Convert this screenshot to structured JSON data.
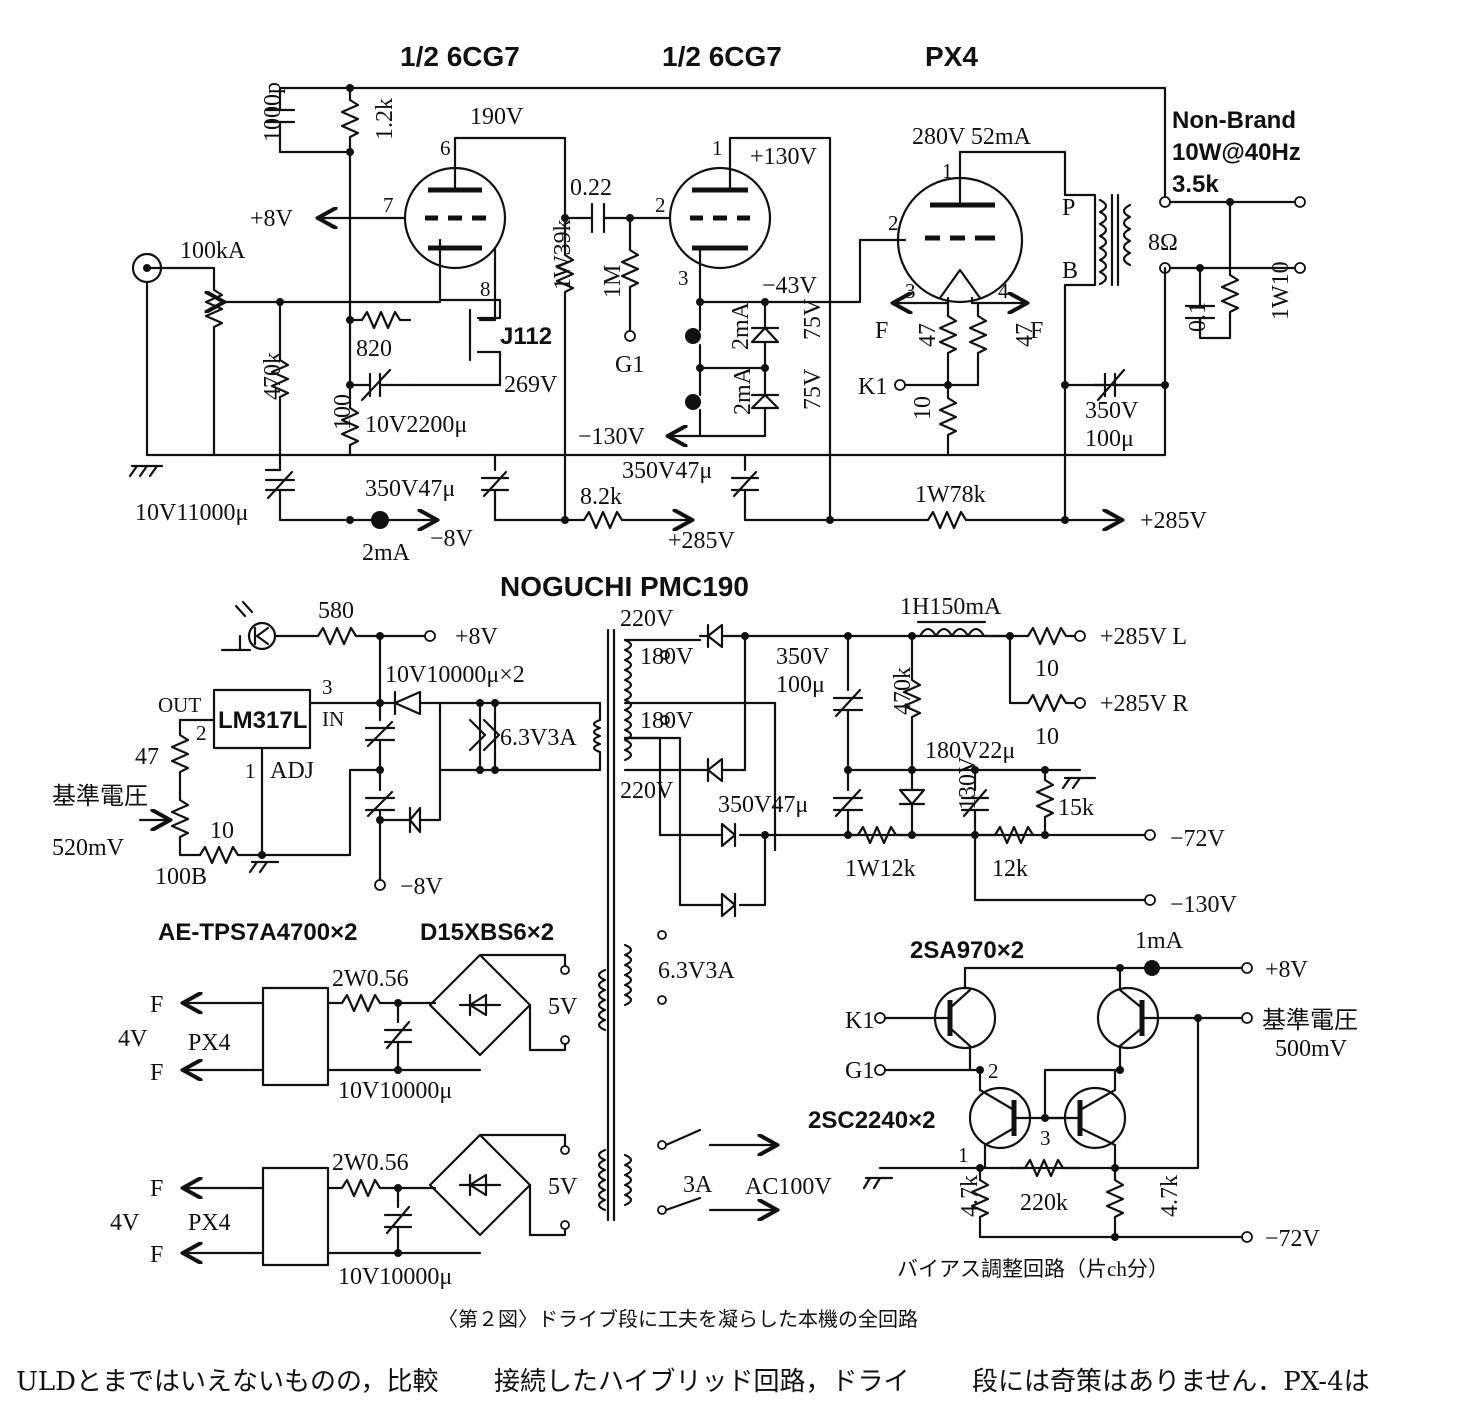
{
  "tubes": {
    "left": "1/2 6CG7",
    "mid": "1/2 6CG7",
    "out": "PX4"
  },
  "transformer": {
    "brand": "Non-Brand",
    "rating": "10W@40Hz",
    "impedance": "3.5k",
    "p": "P",
    "b": "B",
    "ohm": "8Ω"
  },
  "labels": {
    "c1000p": "1000p",
    "r12k": "1.2k",
    "v190": "190V",
    "pin6": "6",
    "pin7": "7",
    "pin8": "8",
    "p8v": "+8V",
    "vol": "100kA",
    "c022": "0.22",
    "pin2a": "2",
    "pin1a": "1",
    "pin3a": "3",
    "v130p": "+130V",
    "r39k": "1W39k",
    "r1m": "1M",
    "g1": "G1",
    "v43": "−43V",
    "j112": "J112",
    "r820": "820",
    "r470k": "470k",
    "v269": "269V",
    "r100": "100",
    "c2200": "10V2200μ",
    "ma2a": "2mA",
    "ma2b": "2mA",
    "z75a": "75V",
    "z75b": "75V",
    "v130n": "−130V",
    "v280": "280V 52mA",
    "pin1b": "1",
    "pin2b": "2",
    "pin3b": "3",
    "pin4b": "4",
    "f1": "F",
    "f2": "F",
    "r47a": "47",
    "r47b": "47",
    "k1": "K1",
    "r10": "10",
    "c350_100": "350V",
    "c350_100b": "100μ",
    "c01": "0.1",
    "r1w10": "1W10",
    "c11000": "10V11000μ",
    "c350_47a": "350V47μ",
    "c350_47b": "350V47μ",
    "r82k": "8.2k",
    "r78k": "1W78k",
    "v285a": "+285V",
    "v285b": "+285V",
    "v8n": "−8V",
    "ma2c": "2mA"
  },
  "psu": {
    "title": "NOGUCHI PMC190",
    "r580": "580",
    "p8v": "+8V",
    "lm": "LM317L",
    "out": "OUT",
    "in": "IN",
    "adj": "ADJ",
    "pin1": "1",
    "pin2": "2",
    "pin3": "3",
    "r47": "47",
    "ref": "基準電圧",
    "ref_v": "520mV",
    "r10": "10",
    "r100b": "100B",
    "c10000": "10V10000μ×2",
    "h63": "6.3V3A",
    "m8v": "−8V",
    "s220a": "220V",
    "s180a": "180V",
    "s180b": "180V",
    "s220b": "220V",
    "choke": "1H150mA",
    "c350a": "350V",
    "c100u": "100μ",
    "r470k": "470k",
    "r10a": "10",
    "r10b": "10",
    "o285l": "+285V L",
    "o285r": "+285V R",
    "c180": "180V22μ",
    "r15k": "15k",
    "c350_47": "350V47μ",
    "z130": "130V",
    "r1w12k": "1W12k",
    "r12k": "12k",
    "m72": "−72V",
    "m130": "−130V"
  },
  "heater": {
    "reg": "AE-TPS7A4700×2",
    "bridge": "D15XBS6×2",
    "r056a": "2W0.56",
    "r056b": "2W0.56",
    "v5a": "5V",
    "v5b": "5V",
    "c10000a": "10V10000μ",
    "c10000b": "10V10000μ",
    "f": "F",
    "v4": "4V",
    "px4": "PX4",
    "h63": "6.3V3A",
    "fuse": "3A",
    "ac": "AC100V"
  },
  "bias": {
    "pnp": "2SA970×2",
    "npn": "2SC2240×2",
    "ma1": "1mA",
    "p8v": "+8V",
    "k1": "K1",
    "g1": "G1",
    "ref": "基準電圧",
    "ref_v": "500mV",
    "pin1": "1",
    "pin2": "2",
    "pin3": "3",
    "r47k_a": "4.7k",
    "r220k": "220k",
    "r47k_b": "4.7k",
    "m72": "−72V",
    "title": "バイアス調整回路（片ch分）"
  },
  "caption": "〈第２図〉ドライブ段に工夫を凝らした本機の全回路",
  "body_text": [
    "ULDとまではいえないものの，比較",
    "接続したハイブリッド回路，ドライ",
    "段には奇策はありません．PX-4は"
  ]
}
